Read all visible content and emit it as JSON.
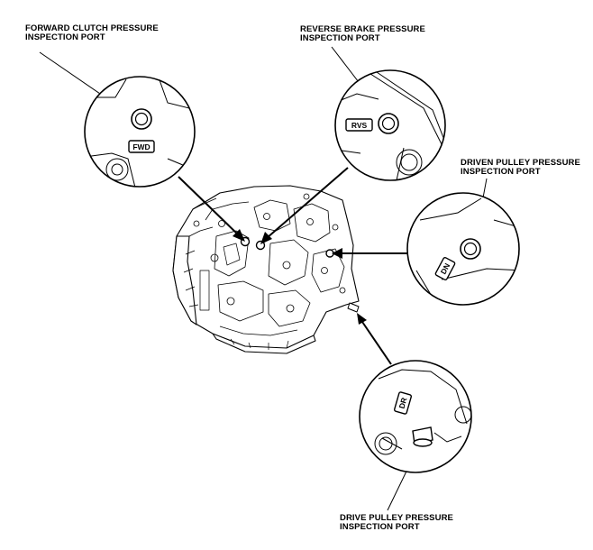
{
  "callouts": {
    "forward_clutch": {
      "line1": "FORWARD CLUTCH PRESSURE",
      "line2": "INSPECTION PORT",
      "tag": "FWD"
    },
    "reverse_brake": {
      "line1": "REVERSE BRAKE PRESSURE",
      "line2": "INSPECTION PORT",
      "tag": "RVS"
    },
    "driven_pulley": {
      "line1": "DRIVEN PULLEY PRESSURE",
      "line2": "INSPECTION PORT",
      "tag": "DN"
    },
    "drive_pulley": {
      "line1": "DRIVE PULLEY PRESSURE",
      "line2": "INSPECTION PORT",
      "tag": "DR"
    }
  }
}
